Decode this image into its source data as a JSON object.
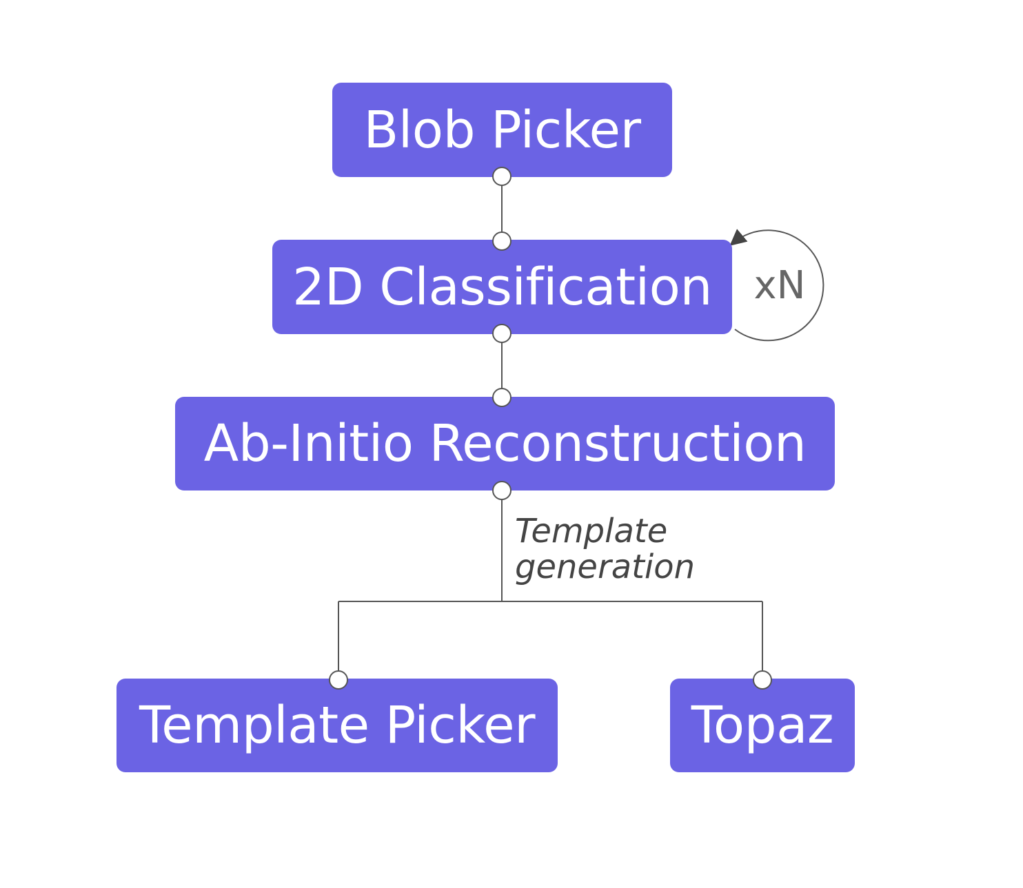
{
  "nodes": {
    "blob_picker": "Blob Picker",
    "classification_2d": "2D Classification",
    "ab_initio": "Ab-Initio Reconstruction",
    "template_picker": "Template Picker",
    "topaz": "Topaz"
  },
  "edges": {
    "ab_initio_to_pickers_label_line1": "Template",
    "ab_initio_to_pickers_label_line2": "generation"
  },
  "loop": {
    "label": "xN"
  },
  "colors": {
    "node_fill": "#6b63e4",
    "node_text": "#ffffff",
    "connector": "#555555"
  }
}
